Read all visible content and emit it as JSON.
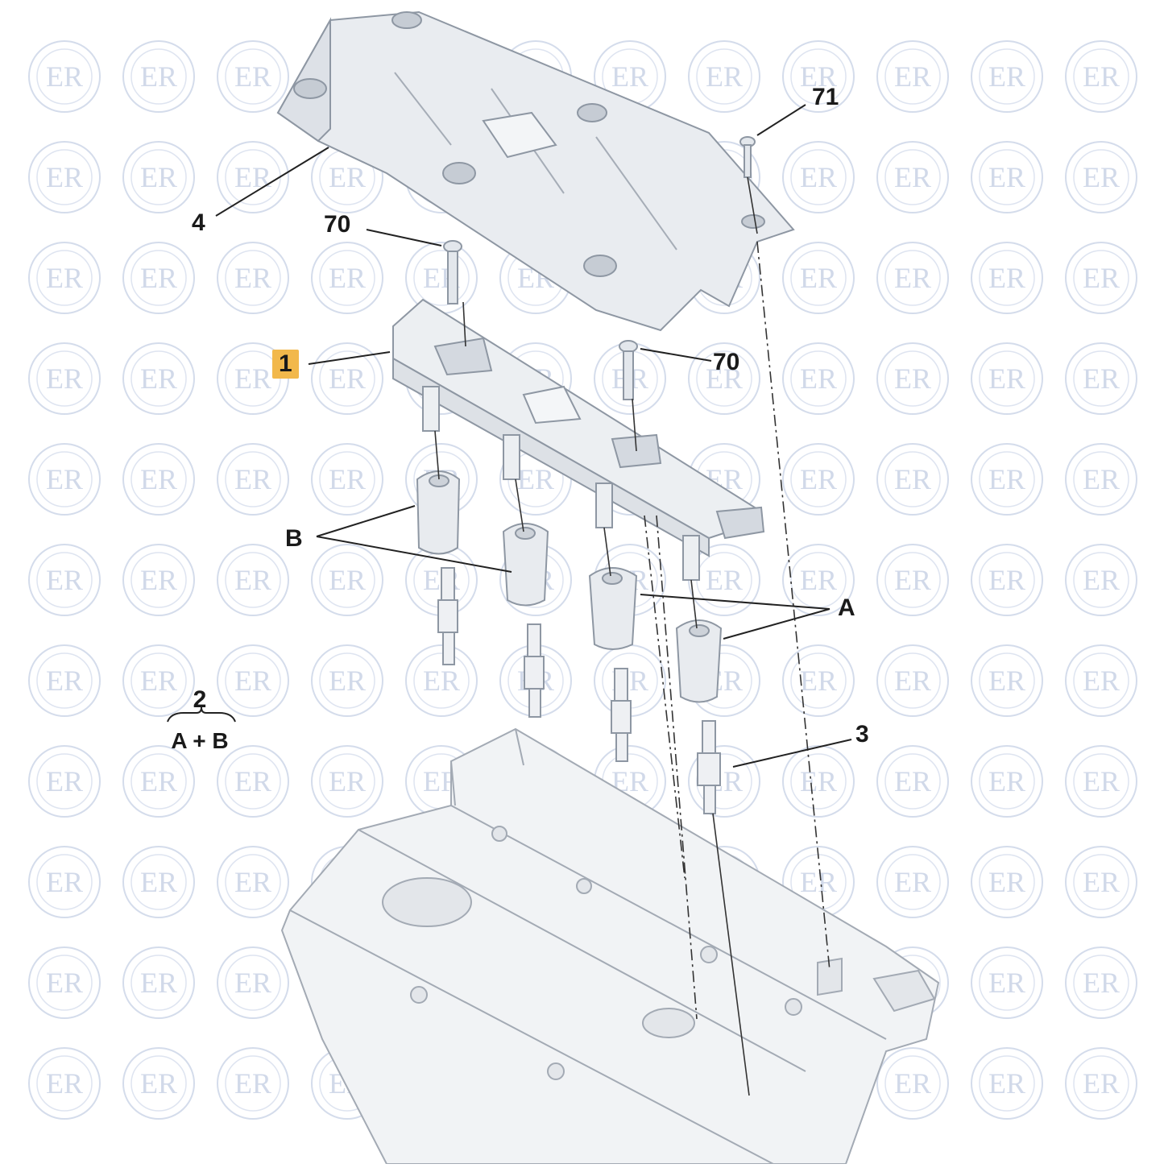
{
  "diagram": {
    "callouts": {
      "cover": "4",
      "cover_screw": "71",
      "coil_screw_left": "70",
      "coil_screw_right": "70",
      "ignition_coil": "1",
      "coil_boot_b": "B",
      "coil_boot_a": "A",
      "spark_plug": "3"
    },
    "assembly_note": {
      "number": "2",
      "components": "A + B"
    },
    "watermark": "ER",
    "colors": {
      "line_art": "#8e97a3",
      "fill_light": "#e8ebef",
      "highlight": "#f2b84b",
      "watermark": "#c9d3e6"
    }
  }
}
